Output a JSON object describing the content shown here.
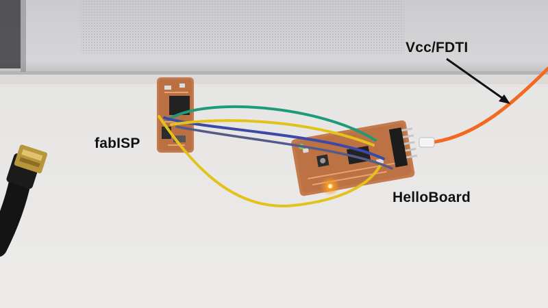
{
  "labels": {
    "fabisp": "fabISP",
    "helloboard": "HelloBoard",
    "vcc_fdti": "Vcc/FDTI"
  },
  "colors": {
    "wall": "#e9e8e6",
    "laptop": "#d3d3d5",
    "pcb_copper": "#c47a4c",
    "wire_green": "#1f9a7a",
    "wire_blue": "#3b4aa6",
    "wire_yellow": "#e3c21b",
    "wire_orange": "#f26a22",
    "cable_black": "#141414",
    "usb_gold": "#b9963c"
  }
}
